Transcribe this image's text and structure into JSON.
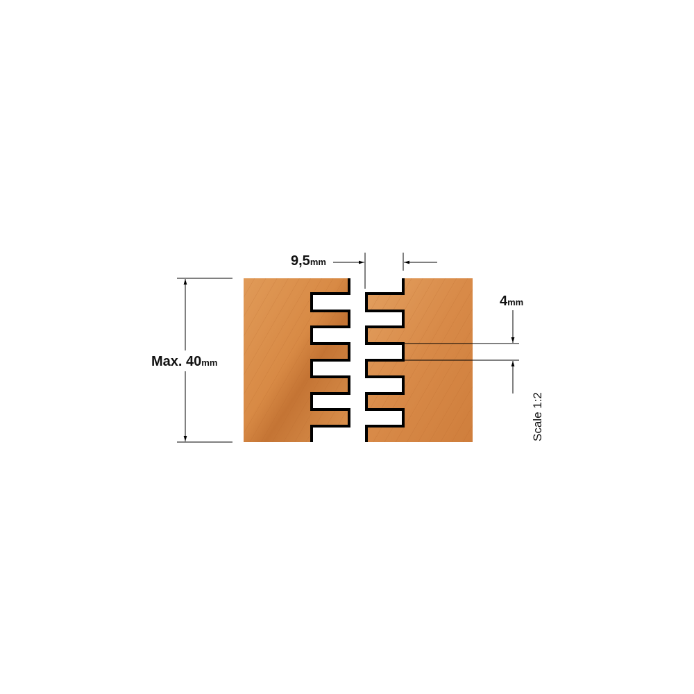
{
  "diagram": {
    "height_label": {
      "value": "Max. 40",
      "unit": "mm"
    },
    "width_label": {
      "value": "9,5",
      "unit": "mm"
    },
    "pitch_label": {
      "value": "4",
      "unit": "mm"
    },
    "scale_label": "Scale 1:2",
    "colors": {
      "wood": "#d98a45",
      "wood_dark": "#b9662a",
      "outline": "#000000",
      "background": "#ffffff"
    }
  }
}
